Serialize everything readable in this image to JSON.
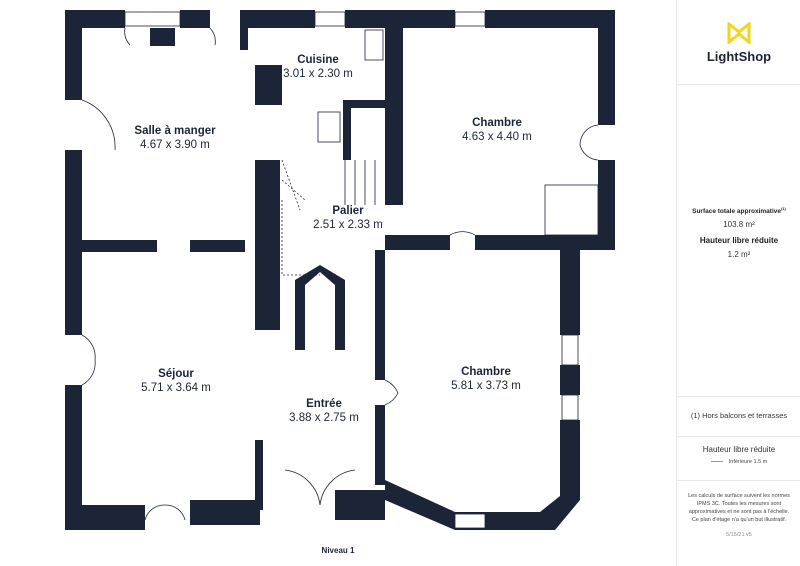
{
  "brand": {
    "name": "LightShop",
    "accent": "#f2d61a"
  },
  "plan": {
    "wall_color": "#1c2438",
    "level": "Niveau 1",
    "rooms": [
      {
        "name": "Salle à manger",
        "dims": "4.67 x 3.90 m"
      },
      {
        "name": "Cuisine",
        "dims": "3.01 x 2.30 m"
      },
      {
        "name": "Chambre",
        "dims": "4.63 x 4.40 m"
      },
      {
        "name": "Palier",
        "dims": "2.51 x 2.33 m"
      },
      {
        "name": "Séjour",
        "dims": "5.71 x 3.64 m"
      },
      {
        "name": "Entrée",
        "dims": "3.88 x 2.75 m"
      },
      {
        "name": "Chambre",
        "dims": "5.81 x 3.73 m"
      }
    ]
  },
  "panel": {
    "surface_label": "Surface totale approximative",
    "surface_note_ref": "(1)",
    "surface_value": "103.8 m²",
    "height_label": "Hauteur libre réduite",
    "height_value": "1.2 m²",
    "footnote": "(1) Hors balcons et terrasses",
    "legend_title": "Hauteur libre réduite",
    "legend_item": "Inférieure 1.5 m",
    "disclaimer_line1": "Les calculs de surface suivent les normes",
    "disclaimer": "IPMS 3C. Toutes les mesures sont approximatives et ne sont pas à l'échelle. Ce plan d'étage n'a qu'un but illustratif.",
    "code": "5/15/21 v5"
  }
}
